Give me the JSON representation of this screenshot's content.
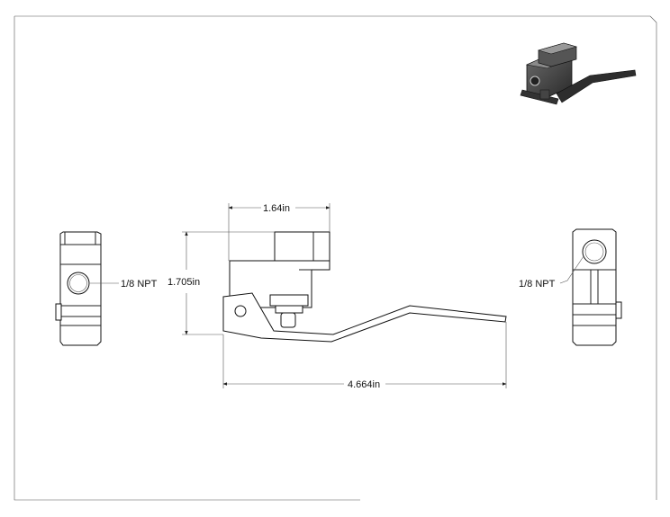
{
  "drawing": {
    "dimensions": {
      "width_top": "1.64in",
      "height_left": "1.705in",
      "overall_length": "4.664in"
    },
    "callouts": {
      "left_port": "1/8 NPT",
      "right_port": "1/8 NPT"
    }
  }
}
